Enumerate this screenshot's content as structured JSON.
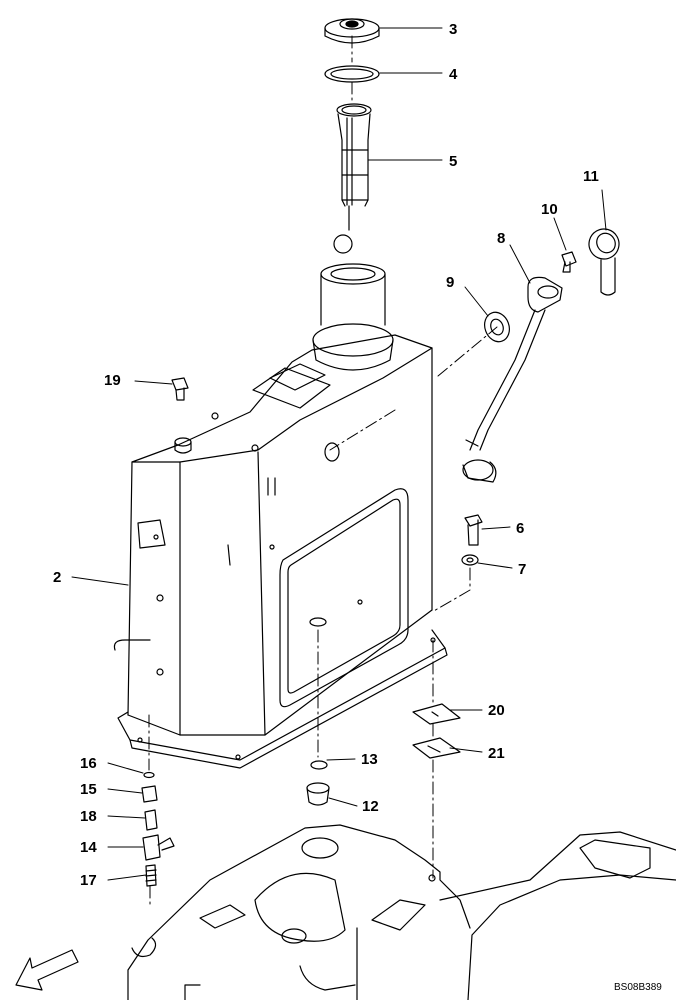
{
  "diagram": {
    "drawing_code": "BS08B389",
    "callouts": [
      {
        "id": "c3",
        "label": "3"
      },
      {
        "id": "c4",
        "label": "4"
      },
      {
        "id": "c5",
        "label": "5"
      },
      {
        "id": "c11",
        "label": "11"
      },
      {
        "id": "c10",
        "label": "10"
      },
      {
        "id": "c8",
        "label": "8"
      },
      {
        "id": "c9",
        "label": "9"
      },
      {
        "id": "c19",
        "label": "19"
      },
      {
        "id": "c6",
        "label": "6"
      },
      {
        "id": "c7",
        "label": "7"
      },
      {
        "id": "c2",
        "label": "2"
      },
      {
        "id": "c20",
        "label": "20"
      },
      {
        "id": "c21",
        "label": "21"
      },
      {
        "id": "c13",
        "label": "13"
      },
      {
        "id": "c12",
        "label": "12"
      },
      {
        "id": "c16",
        "label": "16"
      },
      {
        "id": "c15",
        "label": "15"
      },
      {
        "id": "c18",
        "label": "18"
      },
      {
        "id": "c14",
        "label": "14"
      },
      {
        "id": "c17",
        "label": "17"
      }
    ]
  }
}
